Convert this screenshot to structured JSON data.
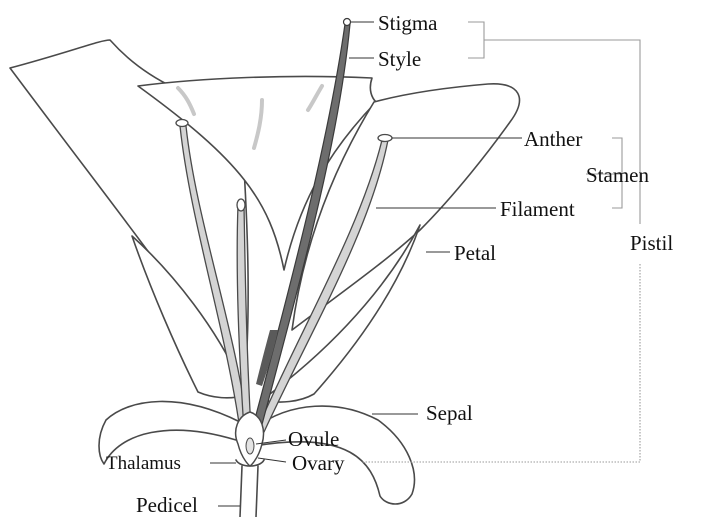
{
  "labels": {
    "stigma": "Stigma",
    "style": "Style",
    "anther": "Anther",
    "stamen": "Stamen",
    "filament": "Filament",
    "petal": "Petal",
    "pistil": "Pistil",
    "sepal": "Sepal",
    "ovule": "Ovule",
    "ovary": "Ovary",
    "thalamus": "Thalamus",
    "pedicel": "Pedicel"
  },
  "colors": {
    "outline": "#4a4a4a",
    "filament_fill": "#d4d4d4",
    "style_fill": "#6d6d6d",
    "bracket": "#9a9a9a",
    "text": "#111111"
  }
}
